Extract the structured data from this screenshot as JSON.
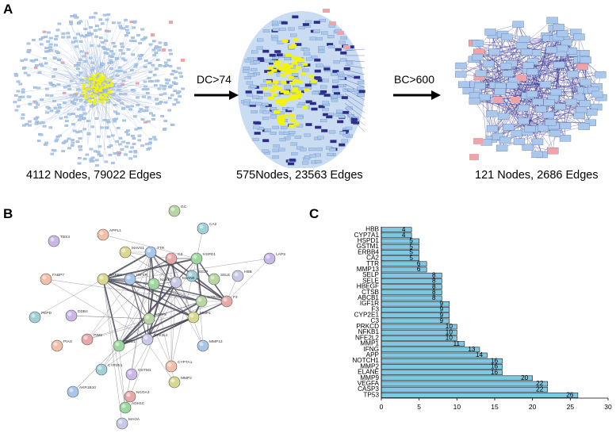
{
  "figure": {
    "panel_a": {
      "letter": "A",
      "networks": [
        {
          "caption": "4112 Nodes, 79022 Edges"
        },
        {
          "caption": "575Nodes, 23563 Edges"
        },
        {
          "caption": "121 Nodes, 2686 Edges"
        }
      ],
      "arrows": [
        {
          "label": "DC>74"
        },
        {
          "label": "BC>600"
        }
      ],
      "colors": {
        "node": "#a9c8ec",
        "node_edge": "#6f8fc0",
        "highlight": "#f2f20a",
        "pink": "#f2a3a8",
        "edge_dense": "#2e2b8c"
      }
    },
    "panel_b": {
      "letter": "B",
      "protein_labels": [
        "GC",
        "CA2",
        "TBX3",
        "APPL1",
        "MAVS1",
        "TTR",
        "C3",
        "HSPD1",
        "HBB",
        "SELE",
        "SELP",
        "LAPS",
        "FABP7",
        "ERBB4",
        "IGF1R",
        "F3",
        "NLRP3",
        "ELANE",
        "HTRA2",
        "PEPD",
        "DDB4",
        "PIAS",
        "MMP1",
        "MMP13",
        "PIM1",
        "SOD1",
        "NFE2L2",
        "MMP9",
        "CYP2E1",
        "GSTM1",
        "CYP7A1",
        "MMP2",
        "AKR1B10",
        "NCOA3",
        "ADH1C",
        "MAOA"
      ]
    },
    "panel_c": {
      "letter": "C"
    }
  },
  "chart_data": {
    "type": "bar",
    "orientation": "horizontal",
    "categories": [
      "HBB",
      "CYP7A1",
      "HSPD1",
      "GSTM1",
      "ERBB4",
      "CA2",
      "TTR",
      "MMP13",
      "SELP",
      "SELE",
      "HBEGF",
      "CTSB",
      "ABCB1",
      "IGF1R",
      "F3",
      "CYP2E1",
      "C3",
      "PRKCD",
      "NFKB1",
      "NFE2L2",
      "MMP1",
      "IFNG",
      "APP",
      "NOTCH1",
      "MMP2",
      "ELANE",
      "MMP9",
      "VEGFA",
      "CASP3",
      "TP53"
    ],
    "values": [
      4,
      4,
      5,
      5,
      5,
      5,
      6,
      6,
      8,
      8,
      8,
      8,
      8,
      9,
      9,
      9,
      9,
      10,
      10,
      10,
      11,
      13,
      14,
      16,
      16,
      16,
      20,
      22,
      22,
      26
    ],
    "data_labels": [
      "4",
      "4",
      "5",
      "5",
      "5",
      "5",
      "6",
      "6",
      "8",
      "8",
      "8",
      "8",
      "8",
      "9",
      "9",
      "9",
      "9",
      "10",
      "10",
      "10",
      "11",
      "13",
      "14",
      "16",
      "16",
      "16",
      "20",
      "22",
      "22",
      "26"
    ],
    "x_ticks": [
      "0",
      "5",
      "10",
      "15",
      "20",
      "25",
      "30"
    ],
    "xlim": [
      0,
      30
    ],
    "bar_color": "#7ec8e3",
    "bar_edge": "#1a1a1a",
    "title": "",
    "xlabel": "",
    "ylabel": "",
    "grid": false,
    "legend": "none"
  }
}
